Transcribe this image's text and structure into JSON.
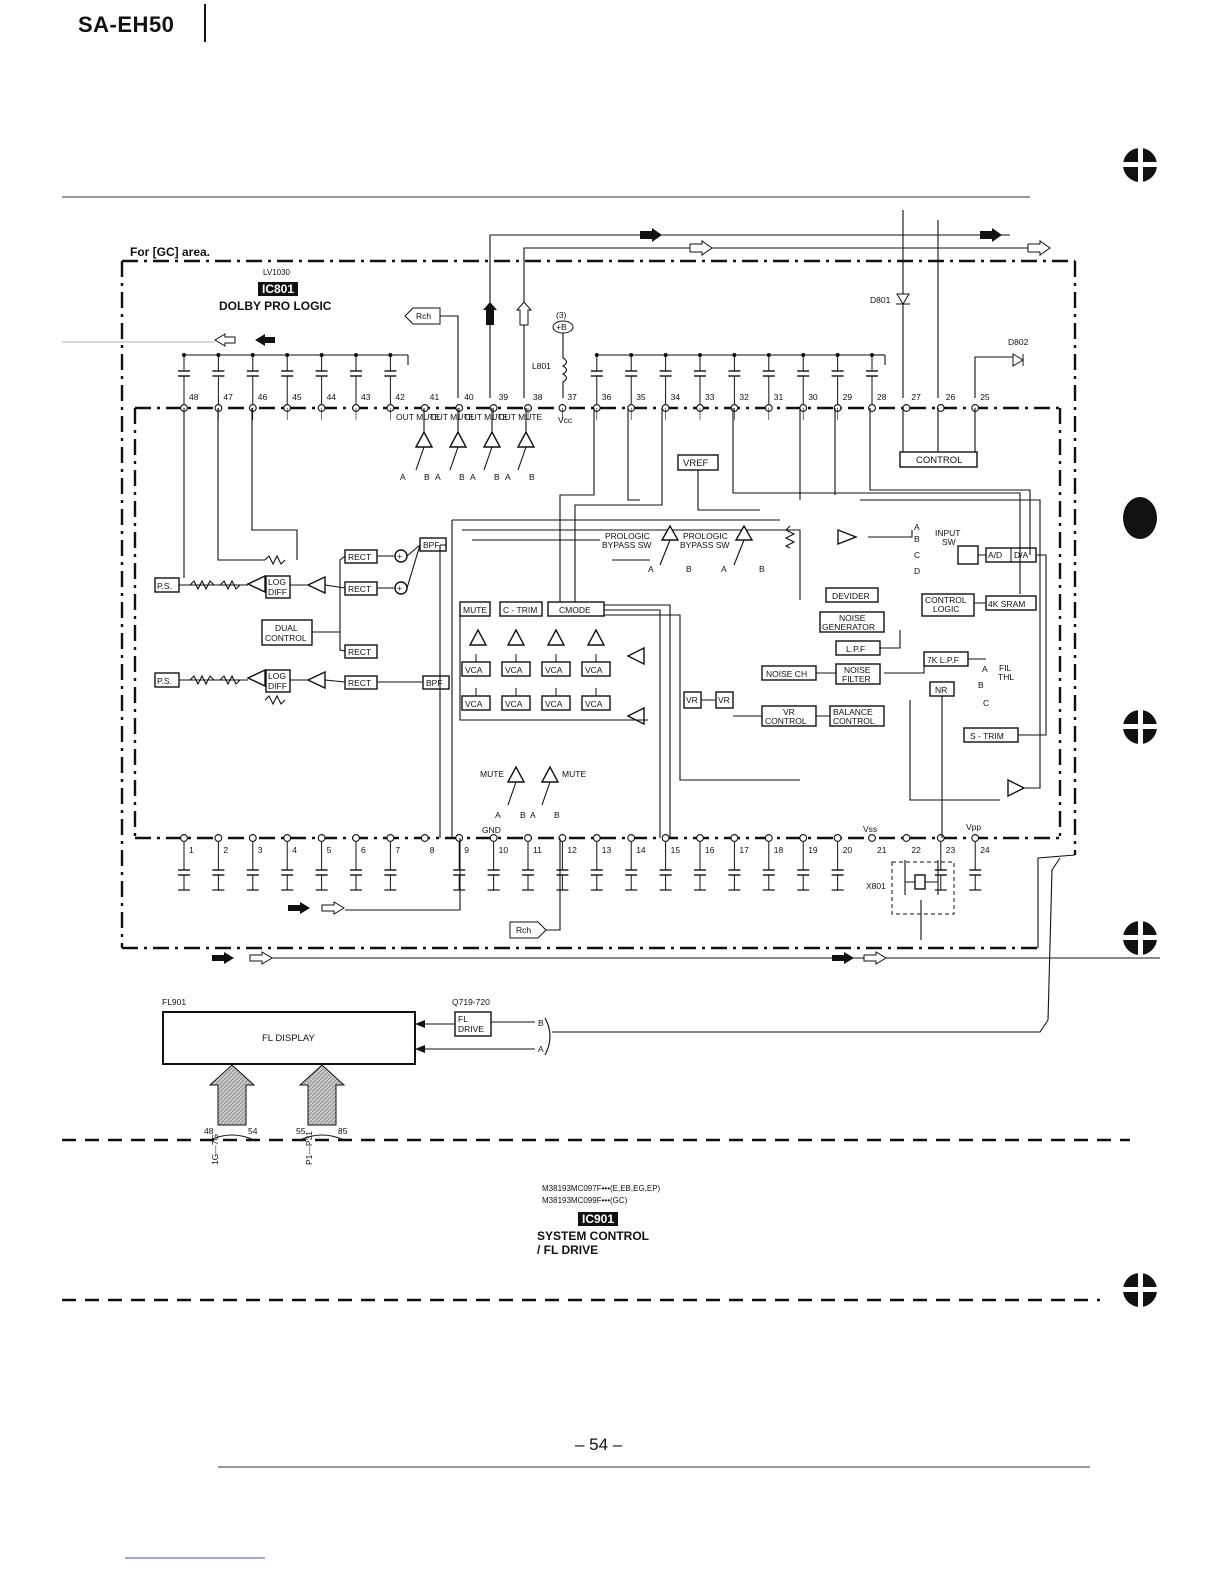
{
  "header": {
    "model": "SA-EH50"
  },
  "area_label": "For [GC] area.",
  "ic801": {
    "part_number": "LV1030",
    "ref": "IC801",
    "title": "DOLBY PRO LOGIC",
    "blocks": {
      "rect": "RECT",
      "bpf": "BPF",
      "ps": "P.S.",
      "log_diff": "LOG DIFF",
      "dual_control": "DUAL CONTROL",
      "mute": "MUTE",
      "c_trim": "C - TRIM",
      "cmode": "CMODE",
      "vca": "VCA",
      "vr": "VR",
      "vref": "VREF",
      "control": "CONTROL",
      "input_sw": "INPUT SW",
      "ad": "A/D",
      "da": "D/A",
      "control_logic": "CONTROL LOGIC",
      "sram": "4K SRAM",
      "devider": "DEVIDER",
      "noise_generator": "NOISE GENERATOR",
      "lpf": "L.P.F",
      "noise_filter": "NOISE FILTER",
      "noise_ch": "NOISE CH",
      "vr_control": "VR CONTROL",
      "balance_control": "BALANCE CONTROL",
      "lpf7k": "7K L.P.F",
      "nr": "NR",
      "s_trim": "S - TRIM",
      "fil_thl": "FIL THL",
      "out_mute": "OUT MUTE",
      "prologic_bypass": "PROLOGIC BYPASS SW",
      "mute_lbl": "MUTE"
    },
    "top_pins": [
      "48",
      "47",
      "46",
      "45",
      "44",
      "43",
      "42",
      "41",
      "40",
      "39",
      "38",
      "37",
      "36",
      "35",
      "34",
      "33",
      "32",
      "31",
      "30",
      "29",
      "28",
      "27",
      "26",
      "25"
    ],
    "bottom_pins": [
      "1",
      "2",
      "3",
      "4",
      "5",
      "6",
      "7",
      "8",
      "9",
      "10",
      "11",
      "12",
      "13",
      "14",
      "15",
      "16",
      "17",
      "18",
      "19",
      "20",
      "21",
      "22",
      "23",
      "24"
    ],
    "labels": {
      "vcc": "Vcc",
      "vss": "Vss",
      "vdd": "Vpp",
      "gnd": "GND",
      "rch": "Rch",
      "plus_b": "+B",
      "pin3": "(3)",
      "l801": "L801",
      "d801": "D801",
      "d802": "D802",
      "x801": "X801"
    }
  },
  "fl": {
    "ref": "FL901",
    "title": "FL DISPLAY",
    "drive_ref": "Q719-720",
    "drive": "FL DRIVE",
    "b": "B",
    "a": "A",
    "pins_left": [
      "48",
      "54"
    ],
    "pins_right": [
      "55",
      "85"
    ],
    "seg_left": "1G---7G",
    "seg_right": "P1---P31"
  },
  "ic901": {
    "part_1": "M38193MC097F•••(E,EB,EG,EP)",
    "part_2": "M38193MC099F•••(GC)",
    "ref": "IC901",
    "title_1": "SYSTEM CONTROL",
    "title_2": "/ FL DRIVE"
  },
  "footer": {
    "page": "– 54 –"
  }
}
